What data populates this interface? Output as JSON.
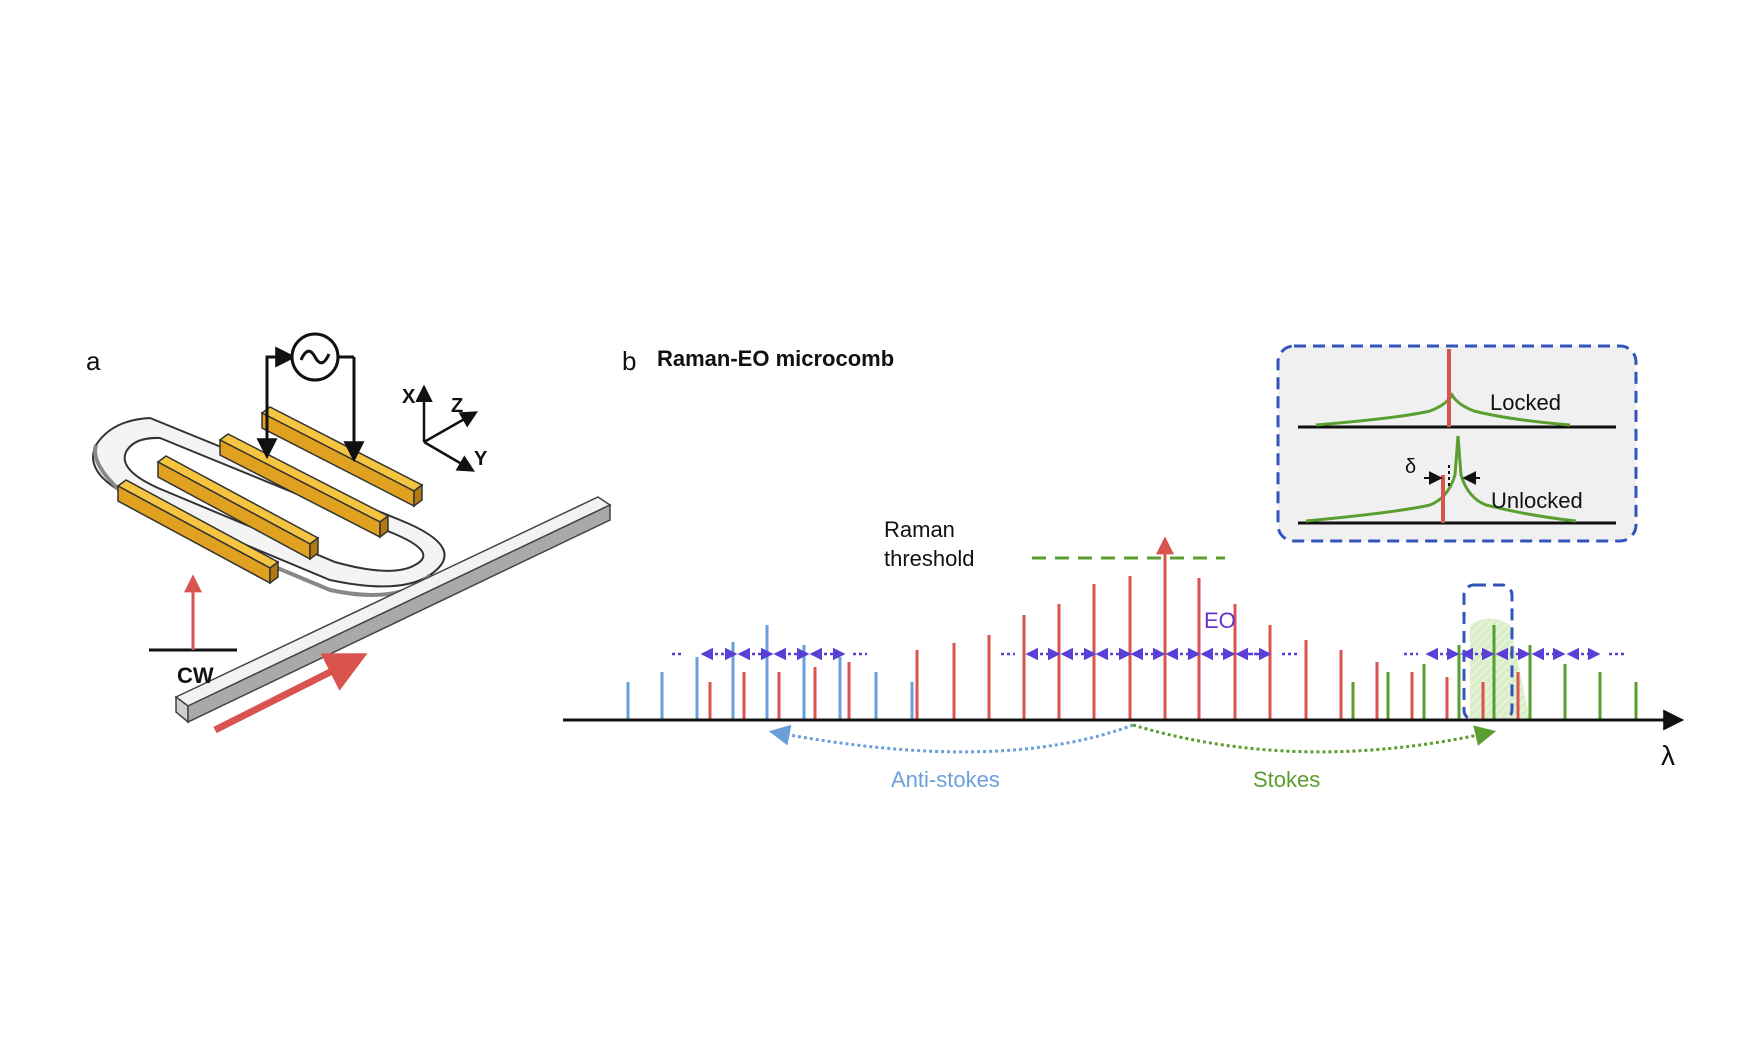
{
  "panel_a": {
    "label": "a",
    "axis_labels": [
      "X",
      "Z",
      "Y"
    ],
    "input_label": "CW"
  },
  "panel_b": {
    "label": "b",
    "title": "Raman-EO microcomb",
    "threshold_label_line1": "Raman",
    "threshold_label_line2": "threshold",
    "eo_label": "EO",
    "anti_stokes_label": "Anti-stokes",
    "stokes_label": "Stokes",
    "axis_label": "λ",
    "inset": {
      "locked_label": "Locked",
      "unlocked_label": "Unlocked",
      "detuning_symbol": "δ"
    }
  },
  "colors": {
    "pump": "#d9534f",
    "anti_stokes": "#6a9fdc",
    "stokes": "#5a9e2f",
    "eo": "#6633cc",
    "electrode": "#f0b429",
    "inset_border": "#3355bb",
    "inset_bg": "#f0f0f0"
  },
  "icons": [
    "rf-source-icon"
  ]
}
